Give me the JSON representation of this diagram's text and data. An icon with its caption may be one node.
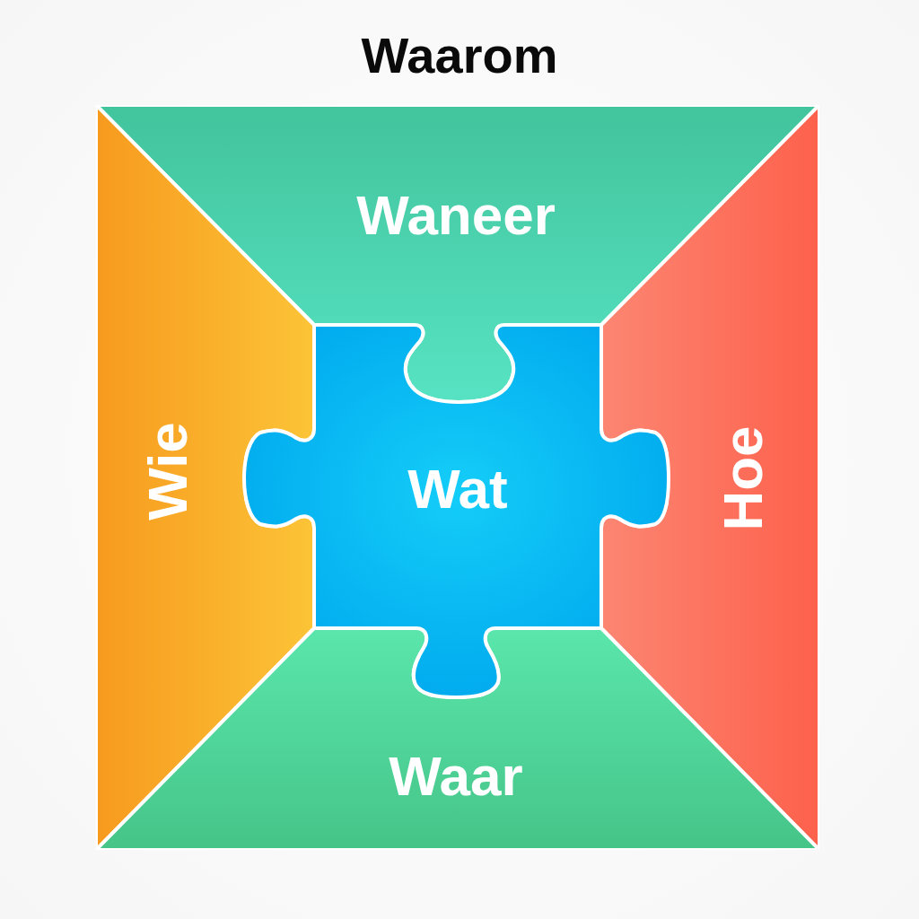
{
  "diagram": {
    "title": "Waarom",
    "nodes": [
      {
        "text": [
          "Waneer"
        ]
      },
      {
        "text": [
          "Wie"
        ]
      },
      {
        "text": [
          "Wat"
        ]
      },
      {
        "text": [
          "Hoe"
        ]
      },
      {
        "text": [
          "Waar"
        ]
      }
    ],
    "edges": []
  }
}
